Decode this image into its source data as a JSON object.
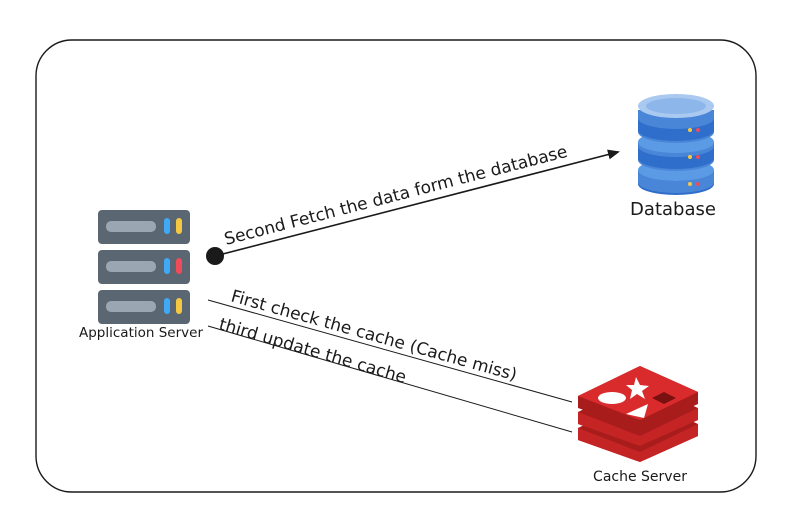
{
  "nodes": {
    "application_server": {
      "label": "Application Server",
      "icon": "server-rack-icon"
    },
    "database": {
      "label": "Database",
      "icon": "database-cylinder-icon"
    },
    "cache_server": {
      "label": "Cache Server",
      "icon": "redis-cache-icon"
    }
  },
  "edges": {
    "second_fetch": {
      "label": "Second Fetch the data form the database"
    },
    "first_check": {
      "label": "First check the cache (Cache miss)"
    },
    "third_update": {
      "label": "third update the cache"
    }
  },
  "colors": {
    "frame": "#1a1a1a",
    "server_body": "#5a6672",
    "server_slot": "#9aa6b2",
    "server_blue": "#3fa9f5",
    "server_yellow": "#f5c842",
    "server_red": "#ef4b5a",
    "db_light": "#5b9be6",
    "db_dark": "#2f6fcb",
    "db_top": "#a9c9f0",
    "cache_red": "#d92b2b",
    "cache_dark": "#a81c1c"
  }
}
